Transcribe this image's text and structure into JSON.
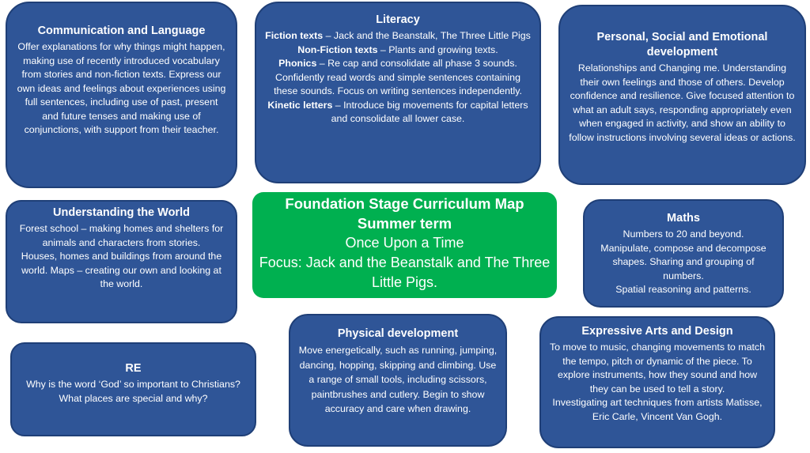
{
  "communication": {
    "title": "Communication and Language",
    "body": "Offer explanations for why things might happen, making use of recently introduced vocabulary from stories and non-fiction texts.  Express our own ideas and feelings about experiences using full sentences, including use of past, present and future tenses and making use of conjunctions, with support from their teacher."
  },
  "literacy": {
    "title": "Literacy",
    "fiction_label": "Fiction texts",
    "fiction_text": " – Jack and the Beanstalk, The Three Little Pigs",
    "nonfiction_label": "Non-Fiction texts",
    "nonfiction_text": " – Plants and growing texts.",
    "phonics_label": "Phonics",
    "phonics_text": " – Re cap and consolidate all phase 3 sounds.",
    "read_text": "Confidently read words and simple sentences containing these sounds. Focus on writing sentences independently.",
    "kinetic_label": "Kinetic letters",
    "kinetic_text": " – Introduce big movements for capital letters and consolidate all lower case."
  },
  "pse": {
    "title": "Personal, Social and Emotional development",
    "body": "Relationships and Changing me. Understanding their own feelings and those of others. Develop confidence and resilience. Give focused attention to what an adult says, responding appropriately even when engaged in activity, and show an ability to follow instructions involving several ideas or actions."
  },
  "world": {
    "title": "Understanding the World",
    "line1": "Forest school – making homes and shelters for animals and characters from stories.",
    "line2": "Houses, homes and buildings from around the world. Maps – creating our own and looking at the world."
  },
  "center": {
    "title1": "Foundation Stage Curriculum Map",
    "title2": "Summer term",
    "theme": "Once Upon a Time",
    "focus": "Focus: Jack and the Beanstalk and The Three Little Pigs."
  },
  "maths": {
    "title": "Maths",
    "line1": "Numbers to 20 and beyond.",
    "line2": "Manipulate, compose and decompose shapes. Sharing and grouping of numbers.",
    "line3": "Spatial reasoning and patterns."
  },
  "re": {
    "title": "RE",
    "body": "Why is the word ‘God’ so important to Christians? What places are special and why?"
  },
  "physical": {
    "title": "Physical development",
    "body": "Move energetically, such as running, jumping, dancing, hopping, skipping and climbing.  Use a range of small tools, including scissors, paintbrushes and cutlery. Begin to show accuracy and care when drawing."
  },
  "arts": {
    "title": "Expressive Arts and Design",
    "line1": "To move to music, changing movements to match the tempo, pitch or dynamic of the piece.  To explore instruments, how they sound and how they can be used to tell a story.",
    "line2": "Investigating art techniques from artists Matisse, Eric Carle, Vincent Van Gogh."
  },
  "colors": {
    "box_fill": "#2f5597",
    "center_fill": "#00b050",
    "text": "#ffffff"
  }
}
